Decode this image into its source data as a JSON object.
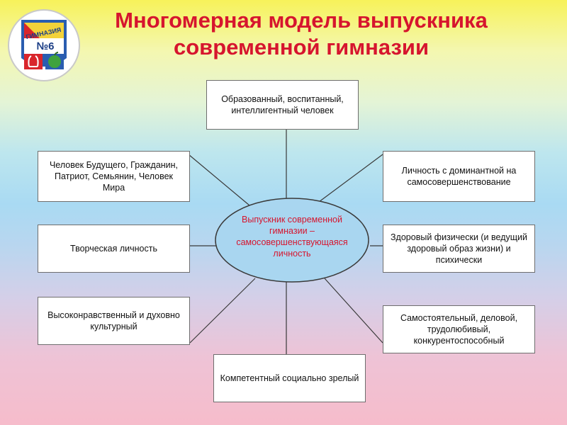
{
  "slide": {
    "title_line1": "Многомерная модель выпускника",
    "title_line2": "современной гимназии"
  },
  "logo": {
    "arc_text": "ГИМНАЗИЯ",
    "number_text": "№6",
    "colors": {
      "red": "#d9252b",
      "blue": "#2a5db0",
      "yellow": "#f3d23a",
      "green": "#3fa23d"
    }
  },
  "diagram": {
    "center": "Выпускник современной гимназии – самосовершенствующаяся личность",
    "nodes": {
      "top": "Образованный, воспитанный, интеллигентный человек",
      "upper_left": "Человек Будущего, Гражданин, Патриот, Семьянин, Человек Мира",
      "upper_right": "Личность с доминантной на самосовершенствование",
      "mid_left": "Творческая личность",
      "mid_right": "Здоровый физически (и ведущий здоровый образ жизни) и психически",
      "lower_left": "Высоконравственный и духовно культурный",
      "lower_right": "Самостоятельный, деловой, трудолюбивый, конкурентоспособный",
      "bottom": "Компетентный социально зрелый"
    },
    "colors": {
      "center_text": "#d6152e",
      "title": "#d6152e"
    }
  }
}
